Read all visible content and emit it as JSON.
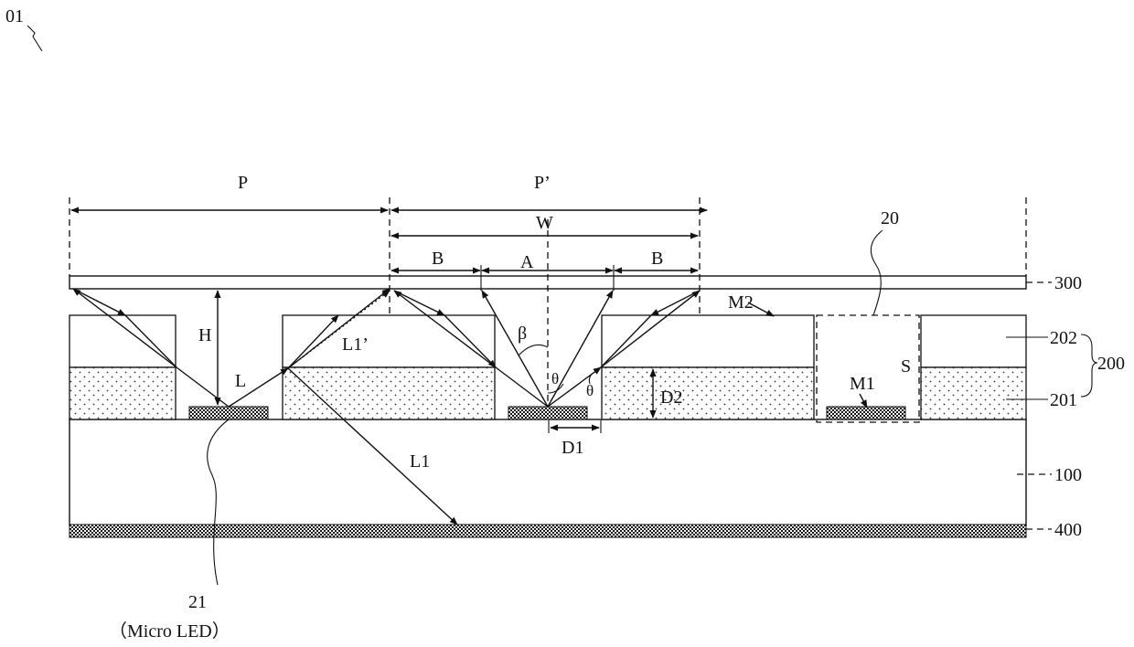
{
  "figure_label": "01",
  "labels": {
    "P": "P",
    "P_prime": "P’",
    "W": "W",
    "B_left": "B",
    "A": "A",
    "B_right": "B",
    "H": "H",
    "L": "L",
    "L1_prime": "L1’",
    "L1": "L1",
    "beta": "β",
    "theta1": "θ",
    "theta2": "θ",
    "D1": "D1",
    "D2": "D2",
    "M1": "M1",
    "M2": "M2",
    "S": "S",
    "region_20": "20"
  },
  "refs": {
    "r300": "300",
    "r202": "202",
    "r200": "200",
    "r201": "201",
    "r100": "100",
    "r400": "400"
  },
  "micro_led": {
    "number": "21",
    "caption": "（Micro LED）"
  }
}
